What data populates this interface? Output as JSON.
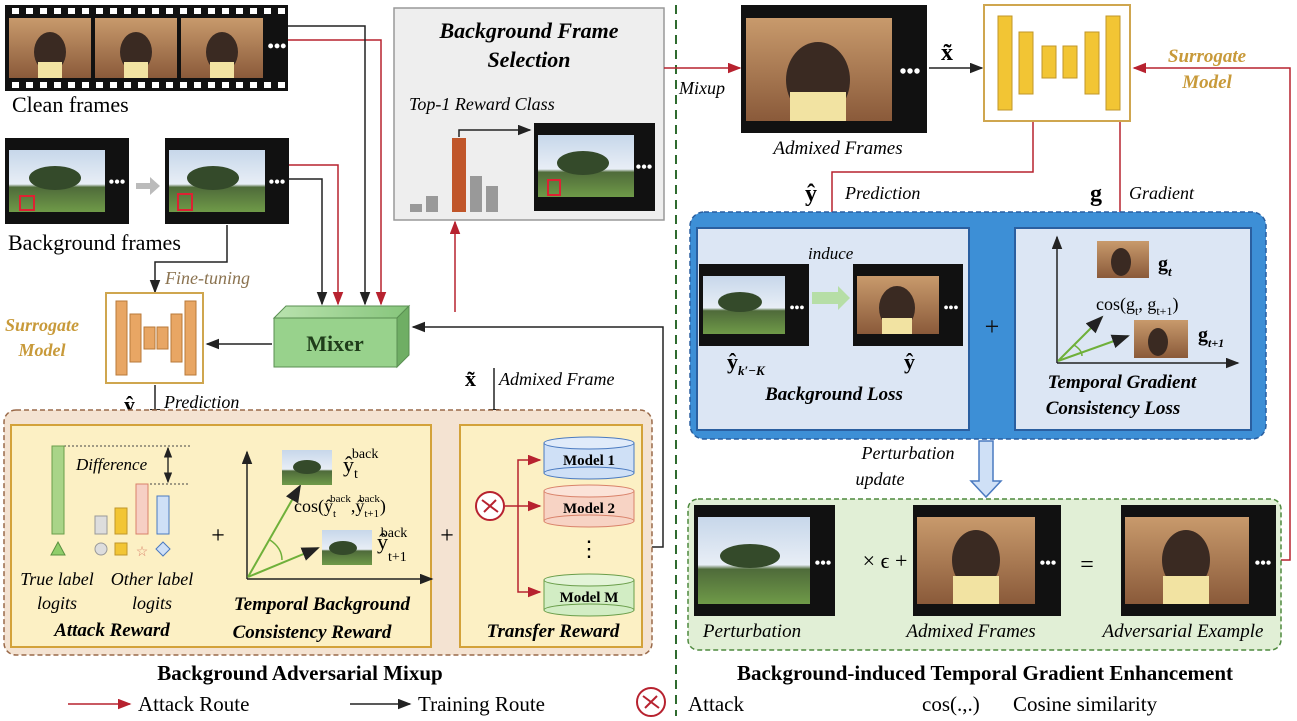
{
  "left": {
    "clean_frames": "Clean frames",
    "background_frames": "Background frames",
    "fine_tuning": "Fine-tuning",
    "surrogate_model": [
      "Surrogate",
      "Model"
    ],
    "mixer": "Mixer",
    "prediction_symbol": "ŷ",
    "prediction": "Prediction",
    "admixed_symbol": "x̃",
    "admixed_frame": "Admixed Frame",
    "bfs_title": [
      "Background Frame",
      "Selection"
    ],
    "top1": "Top-1 Reward Class",
    "difference": "Difference",
    "true_label_logits": [
      "True label",
      "logits"
    ],
    "other_label_logits": [
      "Other label",
      "logits"
    ],
    "attack_reward": "Attack Reward",
    "plus": "+",
    "yt_back": "ŷ",
    "yt_sub": "t",
    "yt_sup": "back",
    "cos_prefix": "cos(",
    "cos_mid": ",",
    "cos_suffix": ")",
    "y_t1_sub": "t+1",
    "tbc_reward": [
      "Temporal Background",
      "Consistency Reward"
    ],
    "models": [
      "Model 1",
      "Model 2",
      "Model M"
    ],
    "dots_v": "⋮",
    "transfer_reward": "Transfer Reward",
    "section_title": "Background Adversarial Mixup"
  },
  "right": {
    "mixup": "Mixup",
    "admixed_frames": "Admixed Frames",
    "x_tilde": "x̃",
    "surrogate_model": [
      "Surrogate",
      "Model"
    ],
    "y_hat": "ŷ",
    "prediction": "Prediction",
    "g": "g",
    "gradient": "Gradient",
    "induce": "induce",
    "y_hat_sub": "k′−K",
    "background_loss": "Background Loss",
    "plus": "+",
    "g_t": "g",
    "g_t_sub": "t",
    "g_t1_sub": "t+1",
    "cos_g": "cos(g",
    "cos_g_mid": ", g",
    "cos_g_end": ")",
    "tgc_loss": [
      "Temporal Gradient",
      "Consistency Loss"
    ],
    "perturbation_update": [
      "Perturbation",
      "update"
    ],
    "times_eps_plus": "× ϵ +",
    "equals": "=",
    "perturbation": "Perturbation",
    "admixed_frames_2": "Admixed Frames",
    "adversarial_example": "Adversarial Example",
    "section_title": "Background-induced Temporal Gradient Enhancement"
  },
  "legend": {
    "attack_route": "Attack Route",
    "training_route": "Training Route",
    "attack": "Attack",
    "cos_notation": "cos(.,.)",
    "cosine_similarity": "Cosine similarity"
  },
  "colors": {
    "attack_route": "#b7222f",
    "training_route": "#222222",
    "surrogate": "#d7a53a",
    "panel_left": "#fbeec8",
    "panel_right": "#3d8fd6",
    "mixer": "#8fcd85"
  }
}
